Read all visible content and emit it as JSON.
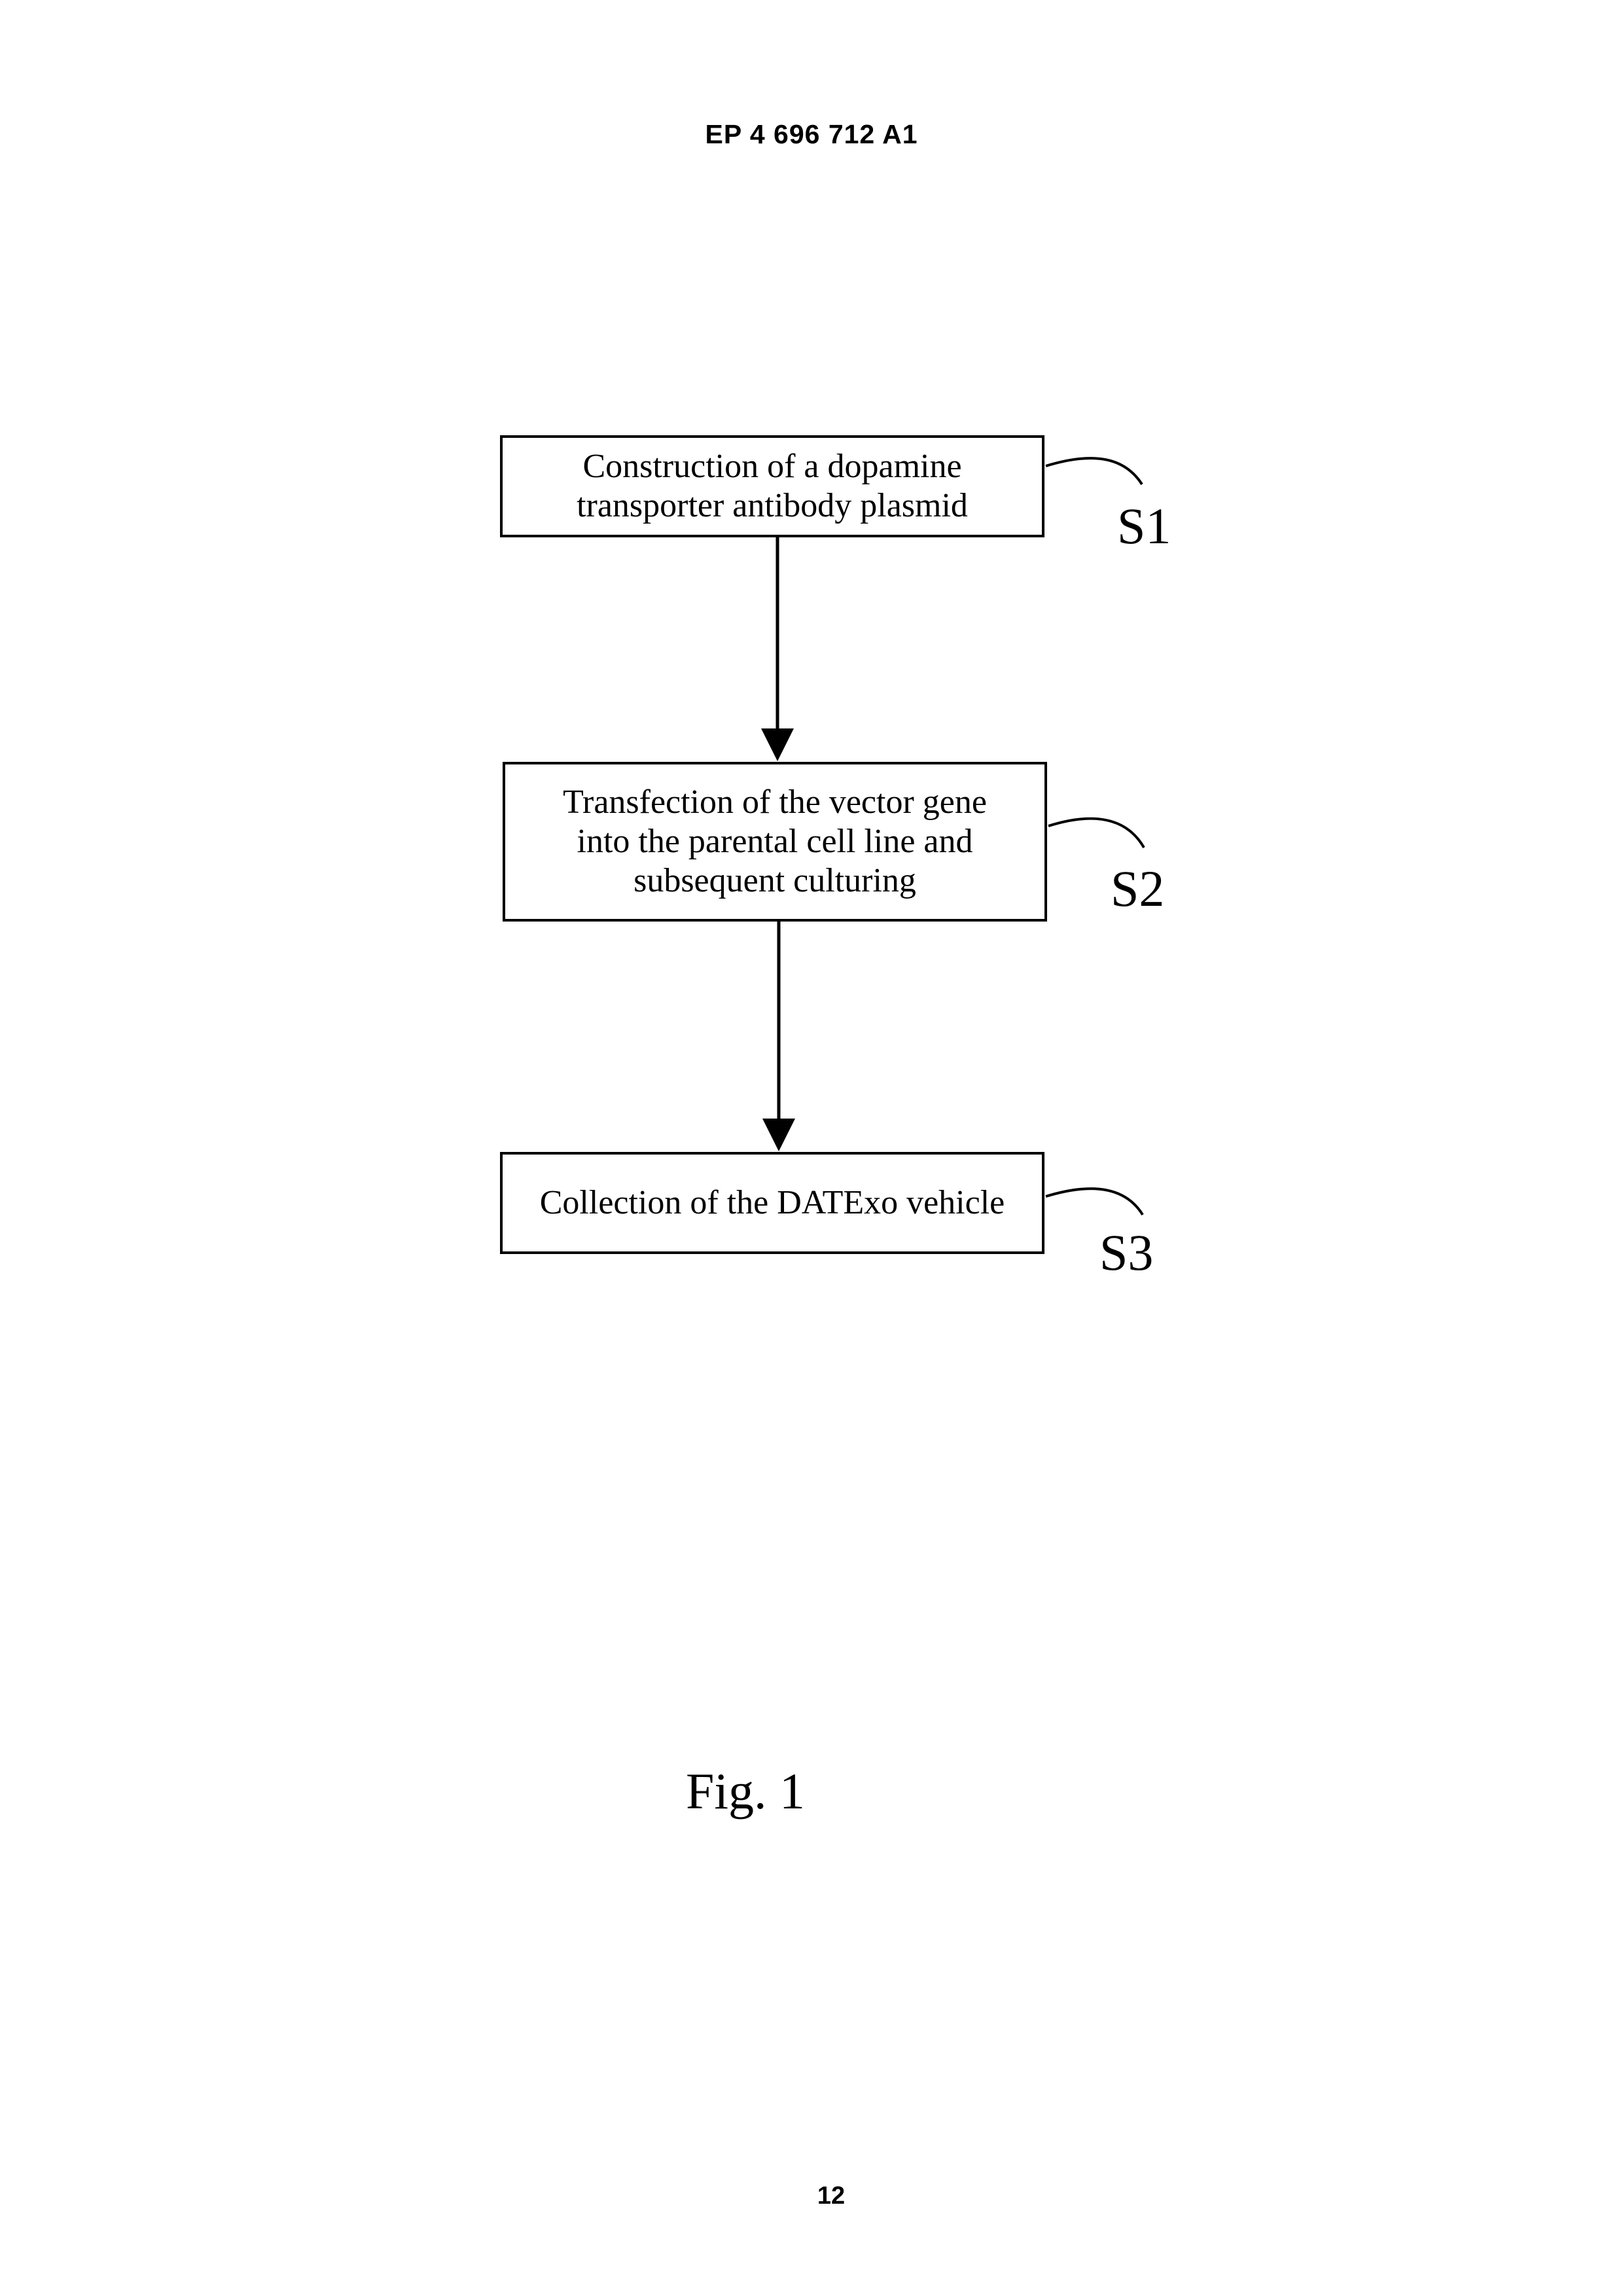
{
  "header": {
    "publication_number": "EP 4 696 712 A1"
  },
  "flowchart": {
    "steps": [
      {
        "label": "S1",
        "lines": [
          "Construction of a dopamine",
          "transporter antibody plasmid"
        ]
      },
      {
        "label": "S2",
        "lines": [
          "Transfection of the vector gene",
          "into the parental cell line and",
          "subsequent culturing"
        ]
      },
      {
        "label": "S3",
        "lines": [
          "Collection of the DATExo vehicle"
        ]
      }
    ]
  },
  "figure": {
    "caption": "Fig. 1"
  },
  "footer": {
    "page_number": "12"
  }
}
